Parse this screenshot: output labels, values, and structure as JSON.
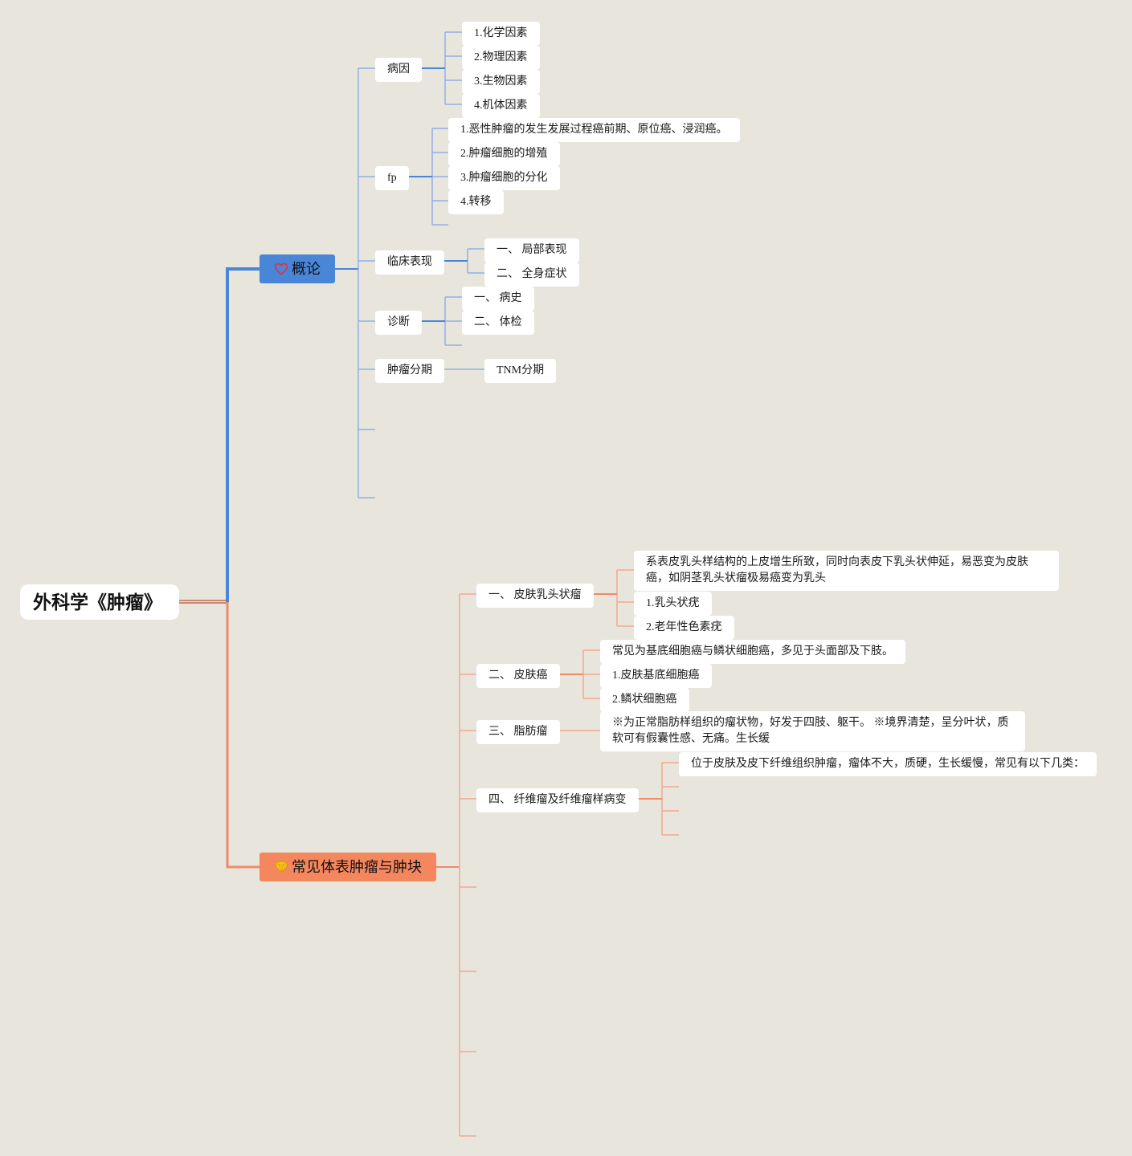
{
  "title": "外科学《肿瘤》",
  "colors": {
    "background": "#e8e5dc",
    "branch1": "#4a86d8",
    "branch1_light": "#8fb1e3",
    "branch2": "#f08a68",
    "branch2_light": "#f3a98f",
    "node_bg": "#ffffff"
  },
  "branch1": {
    "label": "概论",
    "icon": "heart-icon",
    "c1": {
      "label": "病因",
      "items": [
        "1.化学因素",
        "2.物理因素",
        "3.生物因素",
        "4.机体因素"
      ]
    },
    "c2": {
      "label": "fp",
      "items": [
        "1.恶性肿瘤的发生发展过程癌前期、原位癌、浸润癌。",
        "2.肿瘤细胞的增殖",
        "3.肿瘤细胞的分化",
        "4.转移"
      ]
    },
    "c3": {
      "label": "临床表现",
      "items": [
        "一、 局部表现",
        "二、 全身症状"
      ]
    },
    "c4": {
      "label": "诊断",
      "items": [
        "一、 病史",
        "二、 体检"
      ]
    },
    "c5": {
      "label": "肿瘤分期",
      "items": [
        "TNM分期"
      ]
    }
  },
  "branch2": {
    "label": "常见体表肿瘤与肿块",
    "icon": "gem-icon",
    "c1": {
      "label": "一、 皮肤乳头状瘤",
      "items": [
        "系表皮乳头样结构的上皮增生所致，同时向表皮下乳头状伸延，易恶变为皮肤癌，如阴茎乳头状瘤极易癌变为乳头",
        "1.乳头状疣",
        "2.老年性色素疣"
      ]
    },
    "c2": {
      "label": "二、 皮肤癌",
      "items": [
        "常见为基底细胞癌与鳞状细胞癌，多见于头面部及下肢。",
        "1.皮肤基底细胞癌",
        "2.鳞状细胞癌"
      ]
    },
    "c3": {
      "label": "三、 脂肪瘤",
      "items": [
        "※为正常脂肪样组织的瘤状物，好发于四肢、躯干。 ※境界清楚，呈分叶状，质软可有假囊性感、无痛。生长缓"
      ]
    },
    "c4": {
      "label": "四、 纤维瘤及纤维瘤样病变",
      "items": [
        "位于皮肤及皮下纤维组织肿瘤，瘤体不大，质硬，生长缓慢，常见有以下几类："
      ]
    }
  }
}
